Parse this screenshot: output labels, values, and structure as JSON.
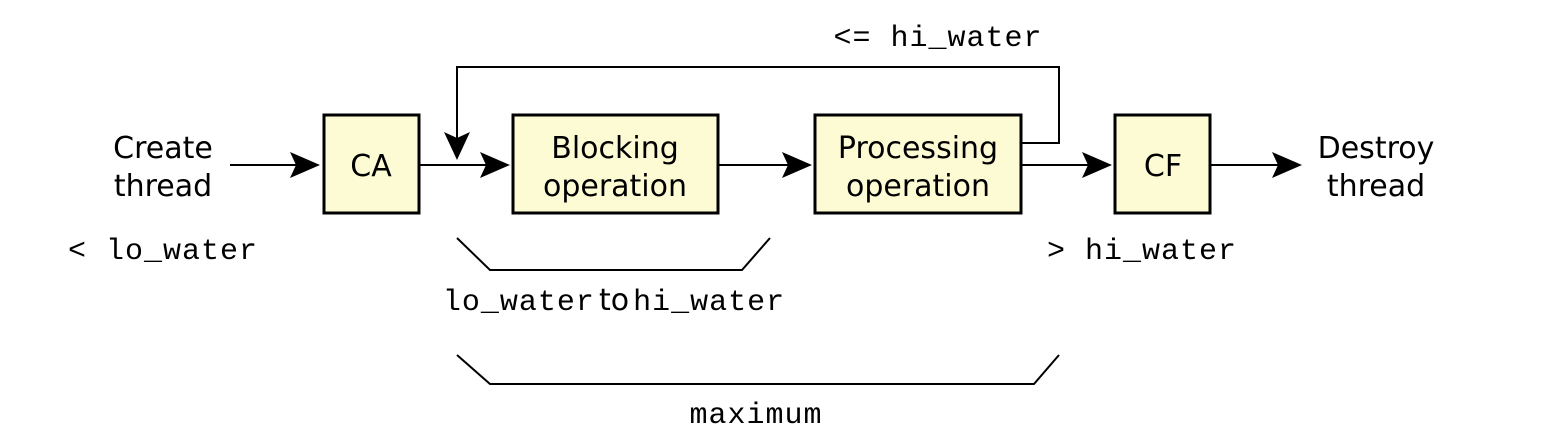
{
  "flow": {
    "start_label": {
      "line1": "Create",
      "line2": "thread"
    },
    "end_label": {
      "line1": "Destroy",
      "line2": "thread"
    },
    "ca_box": "CA",
    "blocking_box": {
      "line1": "Blocking",
      "line2": "operation"
    },
    "processing_box": {
      "line1": "Processing",
      "line2": "operation"
    },
    "cf_box": "CF"
  },
  "annotations": {
    "loop_condition": "<= hi_water",
    "create_condition": "< lo_water",
    "destroy_condition": "> hi_water",
    "range_from": "lo_water",
    "range_to_word": "to",
    "range_to": "hi_water",
    "maximum": "maximum"
  },
  "colors": {
    "box_fill": "#fdfbd4",
    "stroke": "#000000"
  }
}
